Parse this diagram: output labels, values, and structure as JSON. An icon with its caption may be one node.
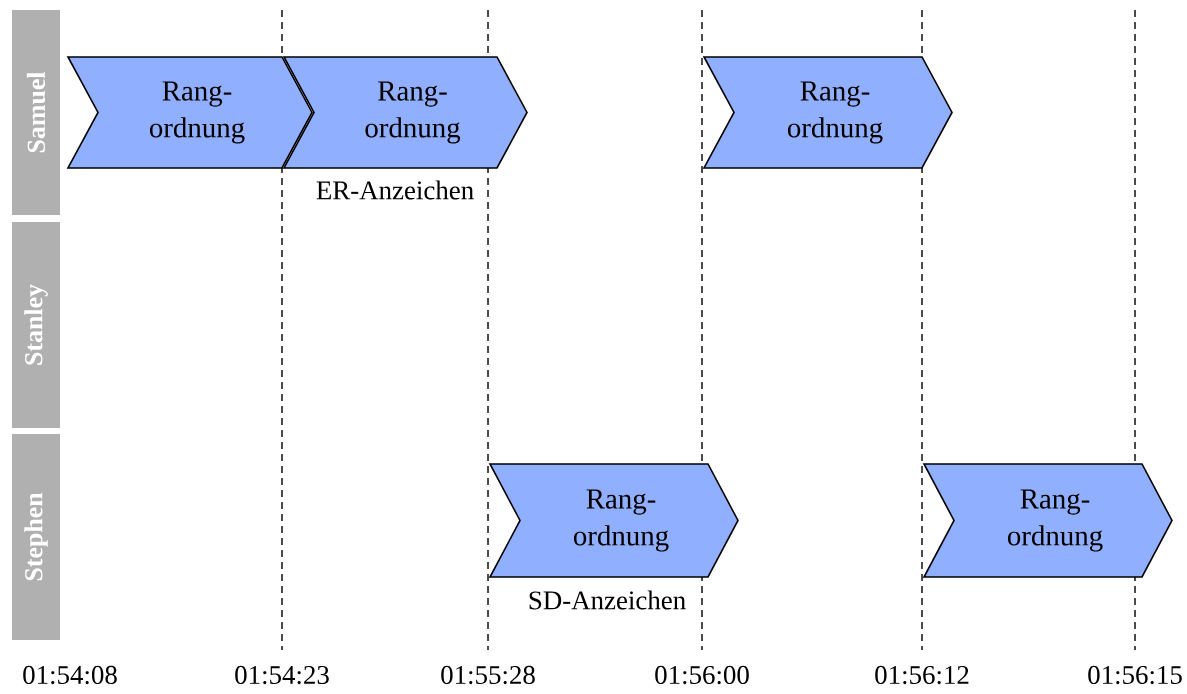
{
  "diagram": {
    "nodes": [
      {
        "text": [
          "Samuel"
        ]
      },
      {
        "text": [
          "Rang- ordnung"
        ]
      },
      {
        "text": [
          "Rang- ordnung"
        ],
        "beside": [
          "ER-Anzeichen"
        ]
      },
      {
        "text": [
          "Rang- ordnung"
        ]
      },
      {
        "text": [
          "Stanley"
        ]
      },
      {
        "text": [
          "Stephen"
        ]
      },
      {
        "text": [
          "Rang- ordnung"
        ],
        "beside": [
          "SD-Anzeichen"
        ]
      },
      {
        "text": [
          "Rang- ordnung"
        ]
      }
    ],
    "labels": [
      "01:54:08",
      "01:54:23",
      "01:55:28",
      "01:56:00",
      "01:56:12",
      "01:56:15"
    ]
  }
}
